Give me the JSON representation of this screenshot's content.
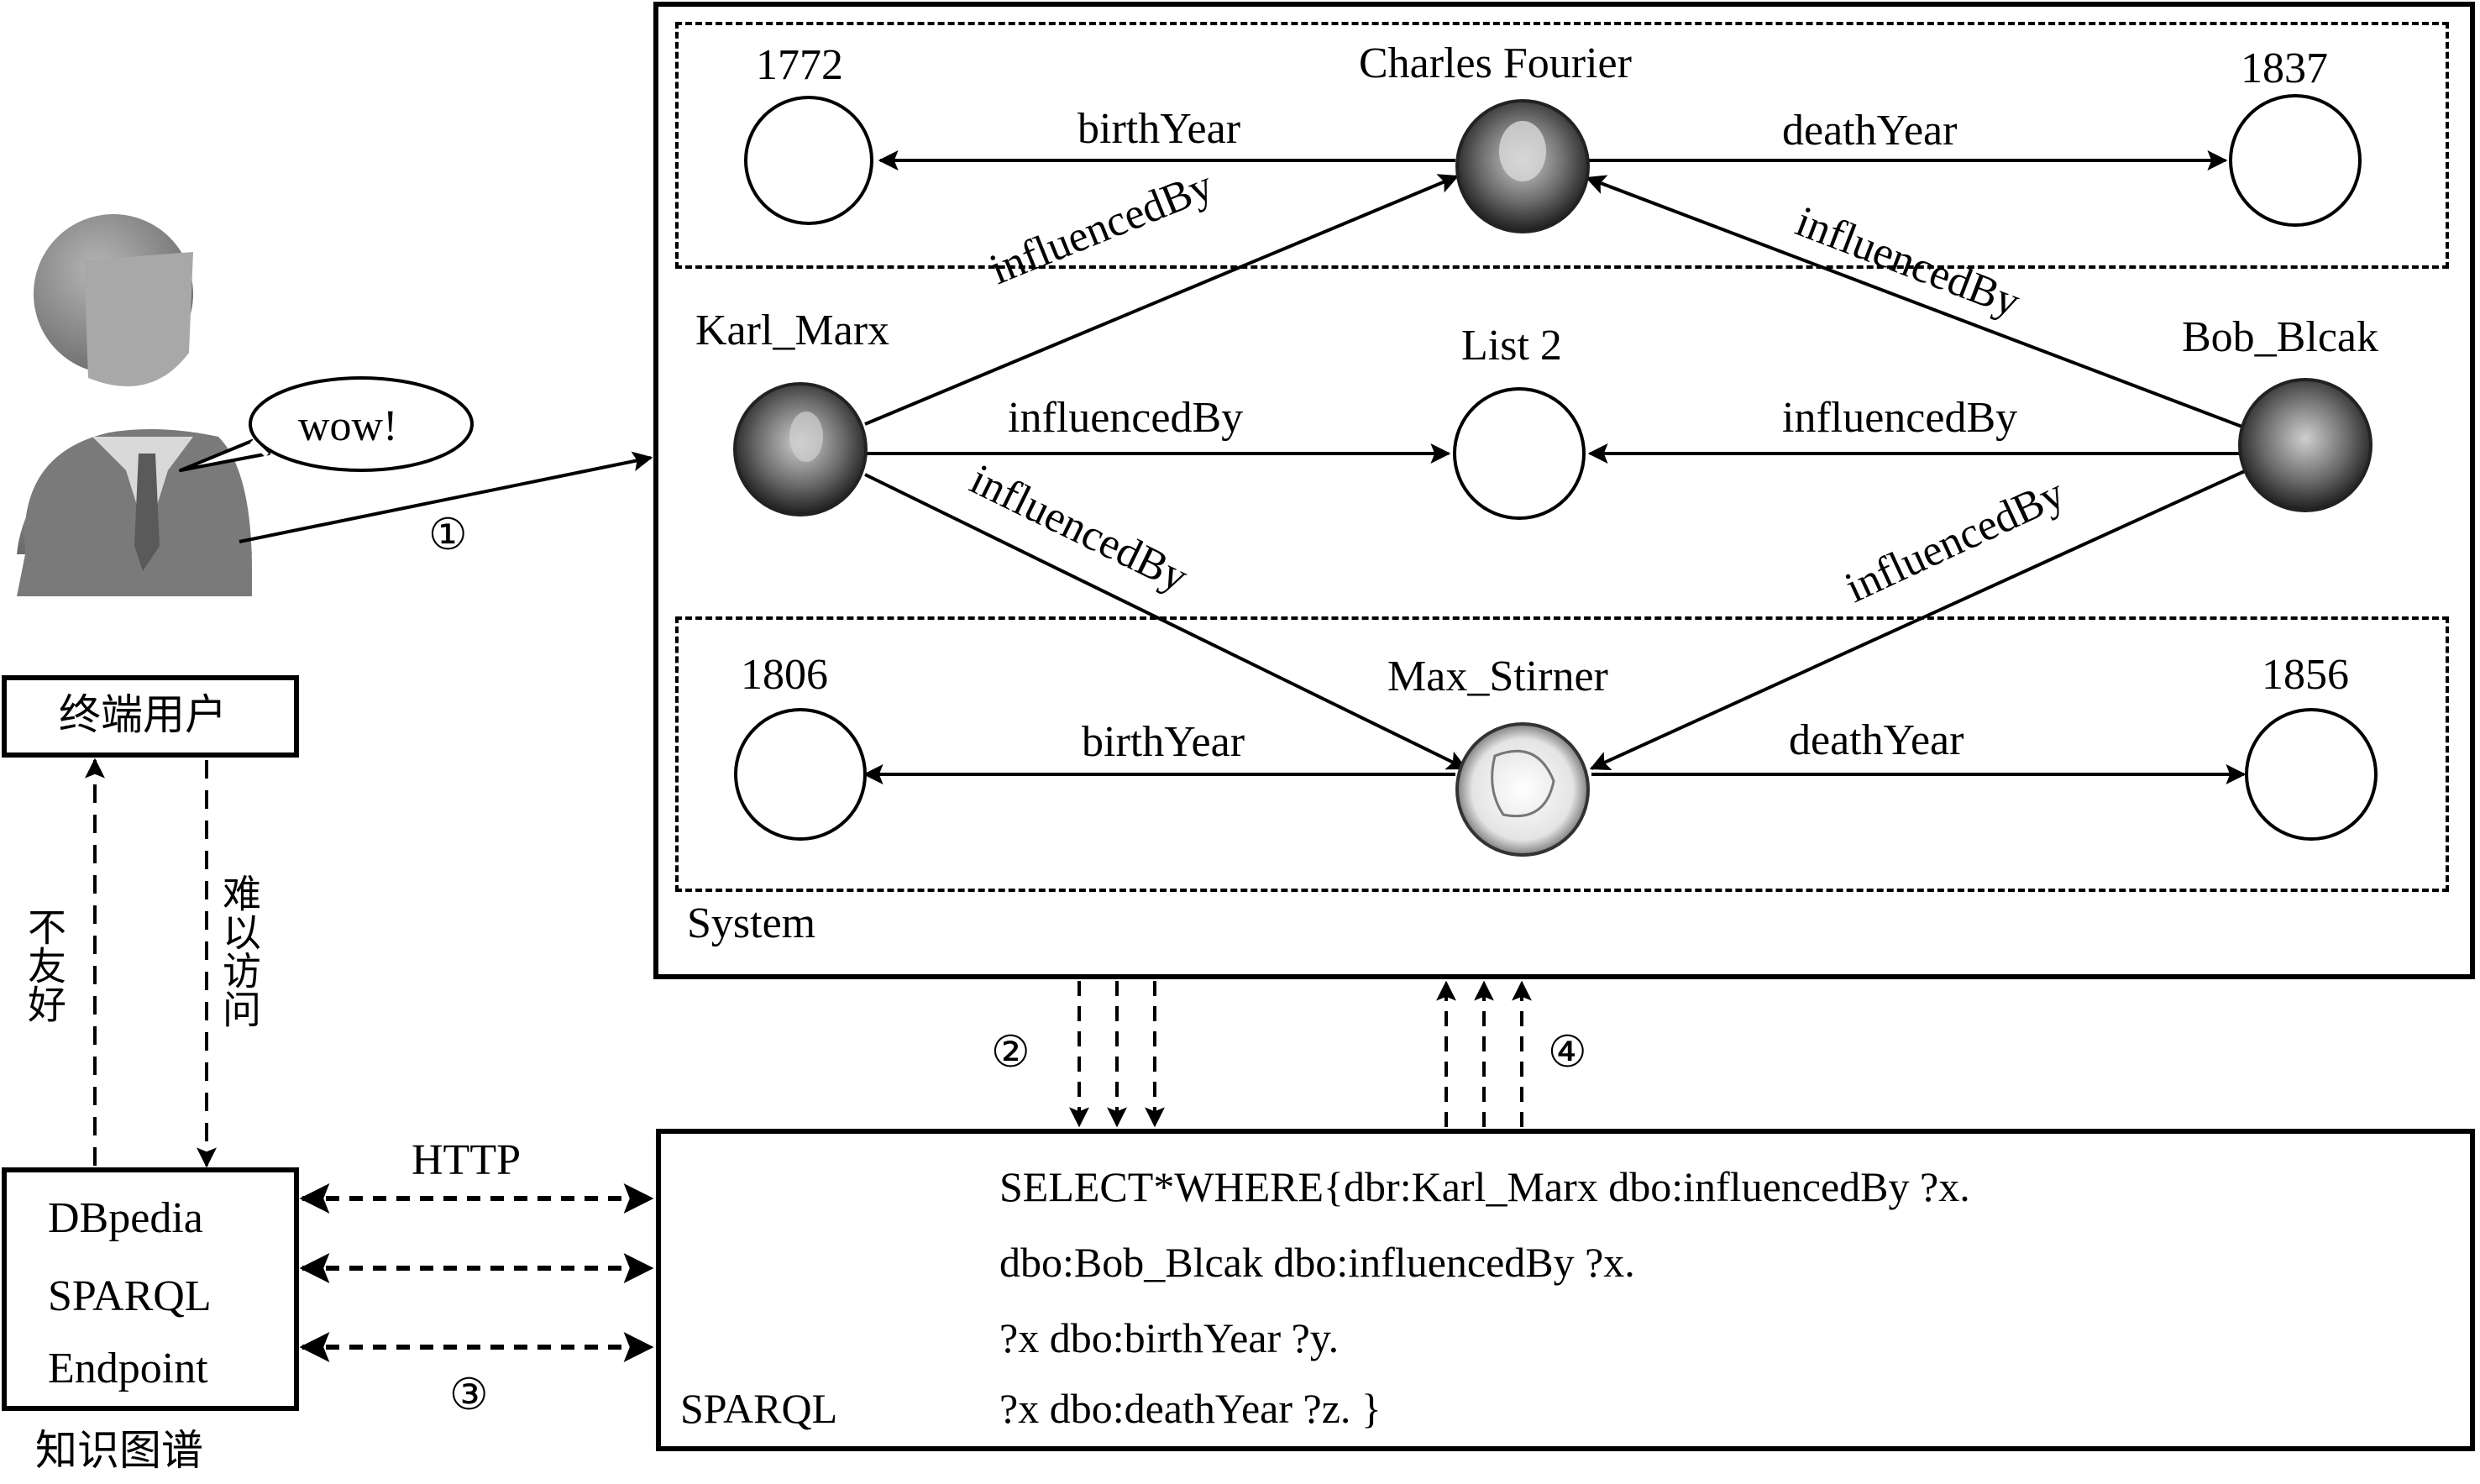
{
  "user": {
    "speech": "wow!",
    "label": "终端用户",
    "step1": "①"
  },
  "system": {
    "label": "System",
    "nodes": {
      "charles": "Charles Fourier",
      "karl": "Karl_Marx",
      "list2": "List 2",
      "bob": "Bob_Blcak",
      "max": "Max_Stirner",
      "y1772": "1772",
      "y1837": "1837",
      "y1806": "1806",
      "y1856": "1856"
    },
    "edges": {
      "birthYear": "birthYear",
      "deathYear": "deathYear",
      "influencedBy": "influencedBy"
    }
  },
  "steps": {
    "step2": "②",
    "step3": "③",
    "step4": "④"
  },
  "left_links": {
    "unfriendly": "不友好",
    "hard_access": "难以访问"
  },
  "kg": {
    "line1": "DBpedia",
    "line2": "SPARQL",
    "line3": "Endpoint",
    "caption": "知识图谱",
    "protocol": "HTTP"
  },
  "query": {
    "tag": "SPARQL",
    "lines": [
      "SELECT*WHERE{dbr:Karl_Marx dbo:influencedBy ?x.",
      "dbo:Bob_Blcak dbo:influencedBy ?x.",
      "?x dbo:birthYear ?y.",
      "?x dbo:deathYear ?z. }"
    ]
  }
}
